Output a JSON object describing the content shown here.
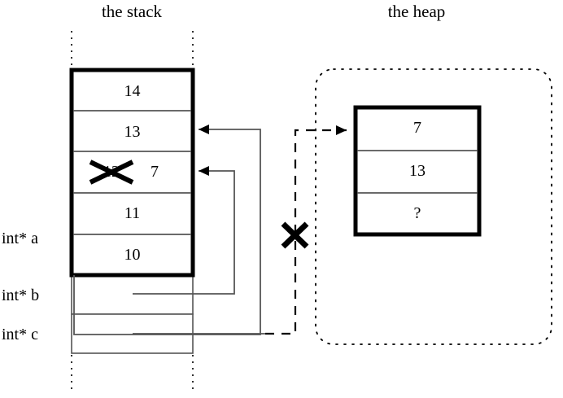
{
  "figure": {
    "title_stack": "the stack",
    "title_heap": "the heap"
  },
  "stack": {
    "label": "the stack",
    "frame_cells": [
      {
        "value": "14"
      },
      {
        "value": "13"
      },
      {
        "value": "12",
        "struck": true,
        "new_value": "7"
      },
      {
        "value": "11"
      },
      {
        "value": "10"
      }
    ],
    "pointer_rows": [
      {
        "label": "int* a"
      },
      {
        "label": "int* b"
      },
      {
        "label": "int* c"
      }
    ]
  },
  "heap": {
    "label": "the heap",
    "cells": [
      {
        "value": "7"
      },
      {
        "value": "13"
      },
      {
        "value": "?"
      }
    ]
  },
  "annotations": {
    "struck_value": "12",
    "replacement_value": "7",
    "invalid_pointer_mark": "x-cross-mark",
    "unknown_value": "?"
  },
  "colors": {
    "ink": "#000000",
    "thin_line": "#555555",
    "background": "#ffffff"
  }
}
